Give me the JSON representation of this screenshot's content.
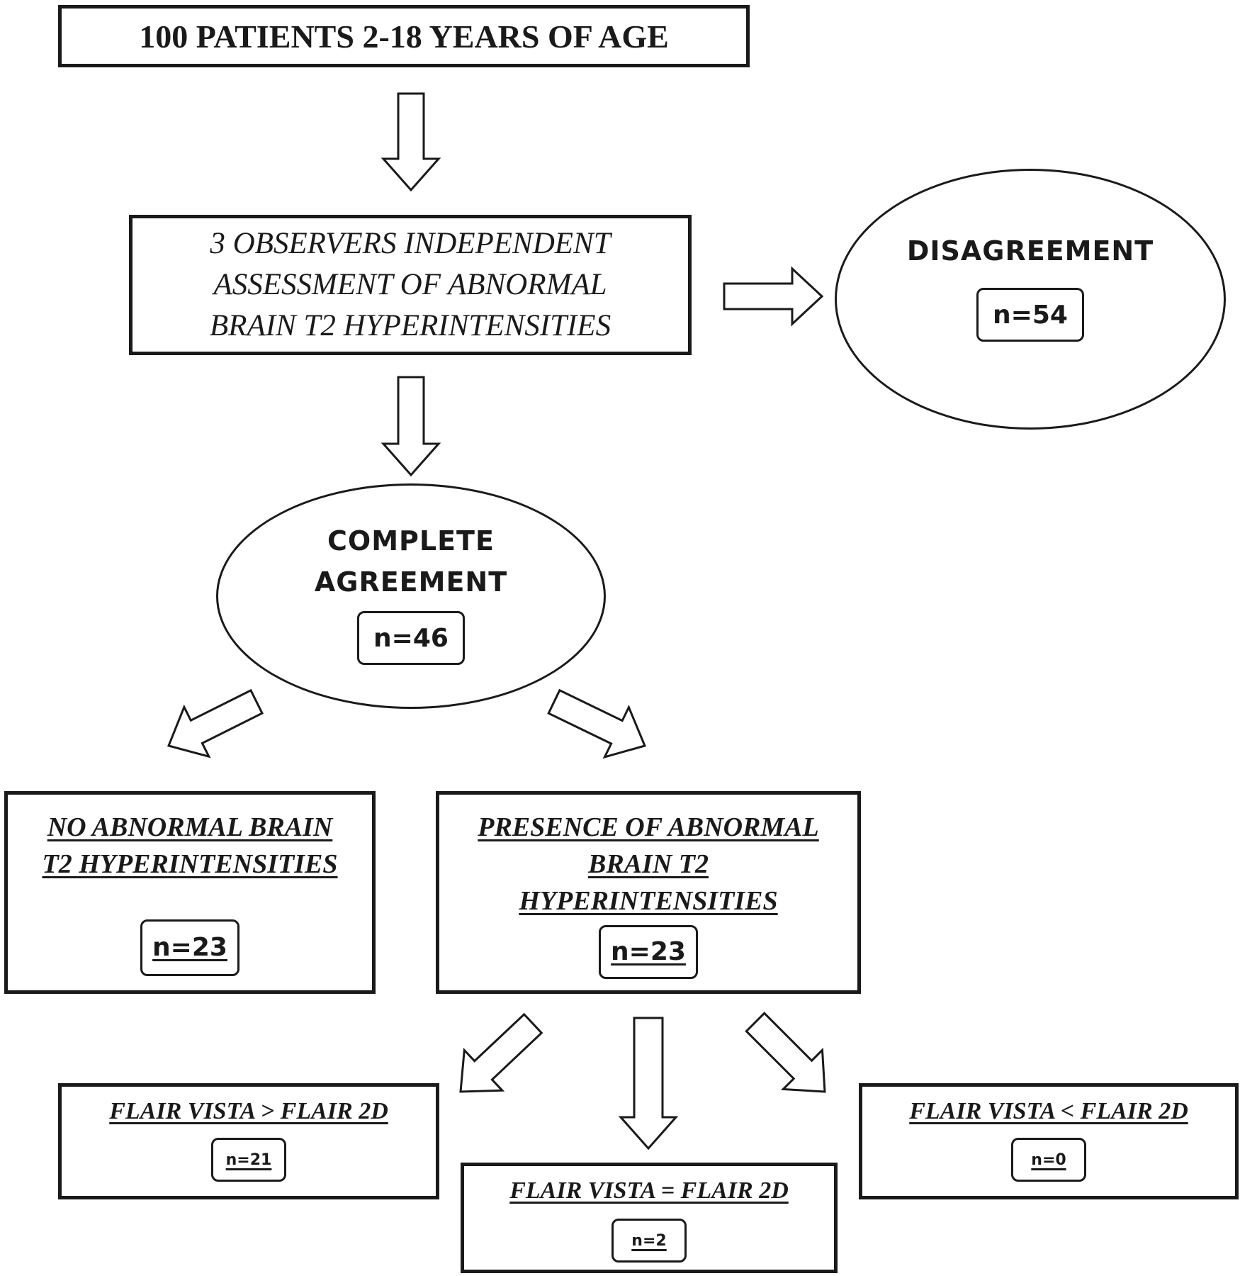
{
  "nodes": {
    "total": {
      "text": "100 PATIENTS 2-18 YEARS OF AGE"
    },
    "assessment": {
      "lines": [
        "3 OBSERVERS INDEPENDENT",
        "ASSESSMENT OF ABNORMAL",
        "BRAIN T2 HYPERINTENSITIES"
      ]
    },
    "disagreement": {
      "title": "DISAGREEMENT",
      "count": "n=54"
    },
    "agreement": {
      "lines": [
        "COMPLETE",
        "AGREEMENT"
      ],
      "count": "n=46"
    },
    "no_abnormal": {
      "lines": [
        "NO ABNORMAL BRAIN",
        "T2 HYPERINTENSITIES"
      ],
      "count": "n=23"
    },
    "presence": {
      "lines": [
        "PRESENCE OF ABNORMAL",
        "BRAIN T2",
        "HYPERINTENSITIES"
      ],
      "count": "n=23"
    },
    "vista_greater": {
      "title": "FLAIR VISTA > FLAIR 2D",
      "count": "n=21"
    },
    "vista_equal": {
      "title": "FLAIR VISTA = FLAIR 2D",
      "count": "n=2"
    },
    "vista_less": {
      "title": "FLAIR VISTA < FLAIR 2D",
      "count": "n=0"
    }
  },
  "colors": {
    "stroke": "#1a1a1a",
    "fill": "#ffffff"
  }
}
